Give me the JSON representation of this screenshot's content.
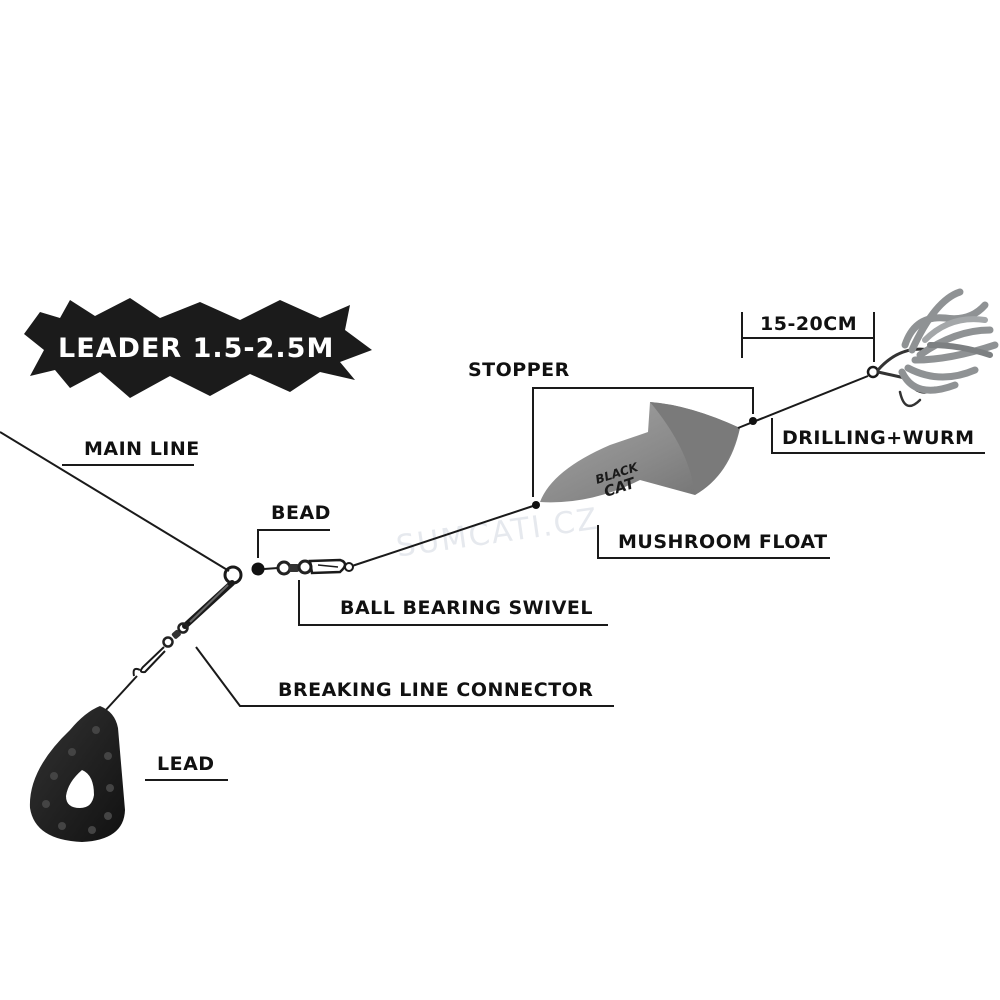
{
  "banner": {
    "text": "LEADER 1.5-2.5M"
  },
  "labels": {
    "main_line": "MAIN LINE",
    "bead": "BEAD",
    "ball_bearing_swivel": "BALL BEARING SWIVEL",
    "breaking_line_connector": "BREAKING LINE CONNECTOR",
    "lead": "LEAD",
    "stopper": "STOPPER",
    "mushroom_float": "MUSHROOM FLOAT",
    "distance": "15-20CM",
    "drilling_wurm": "DRILLING+WURM"
  },
  "float_logo": {
    "line1": "BLACK",
    "line2": "CAT"
  },
  "watermark": "SUMCATI.CZ",
  "colors": {
    "line": "#1a1a1a",
    "banner": "#1b1b1b",
    "float": "#8c8c8c",
    "lead": "#1e1e1e",
    "worm": "#8f9294"
  }
}
